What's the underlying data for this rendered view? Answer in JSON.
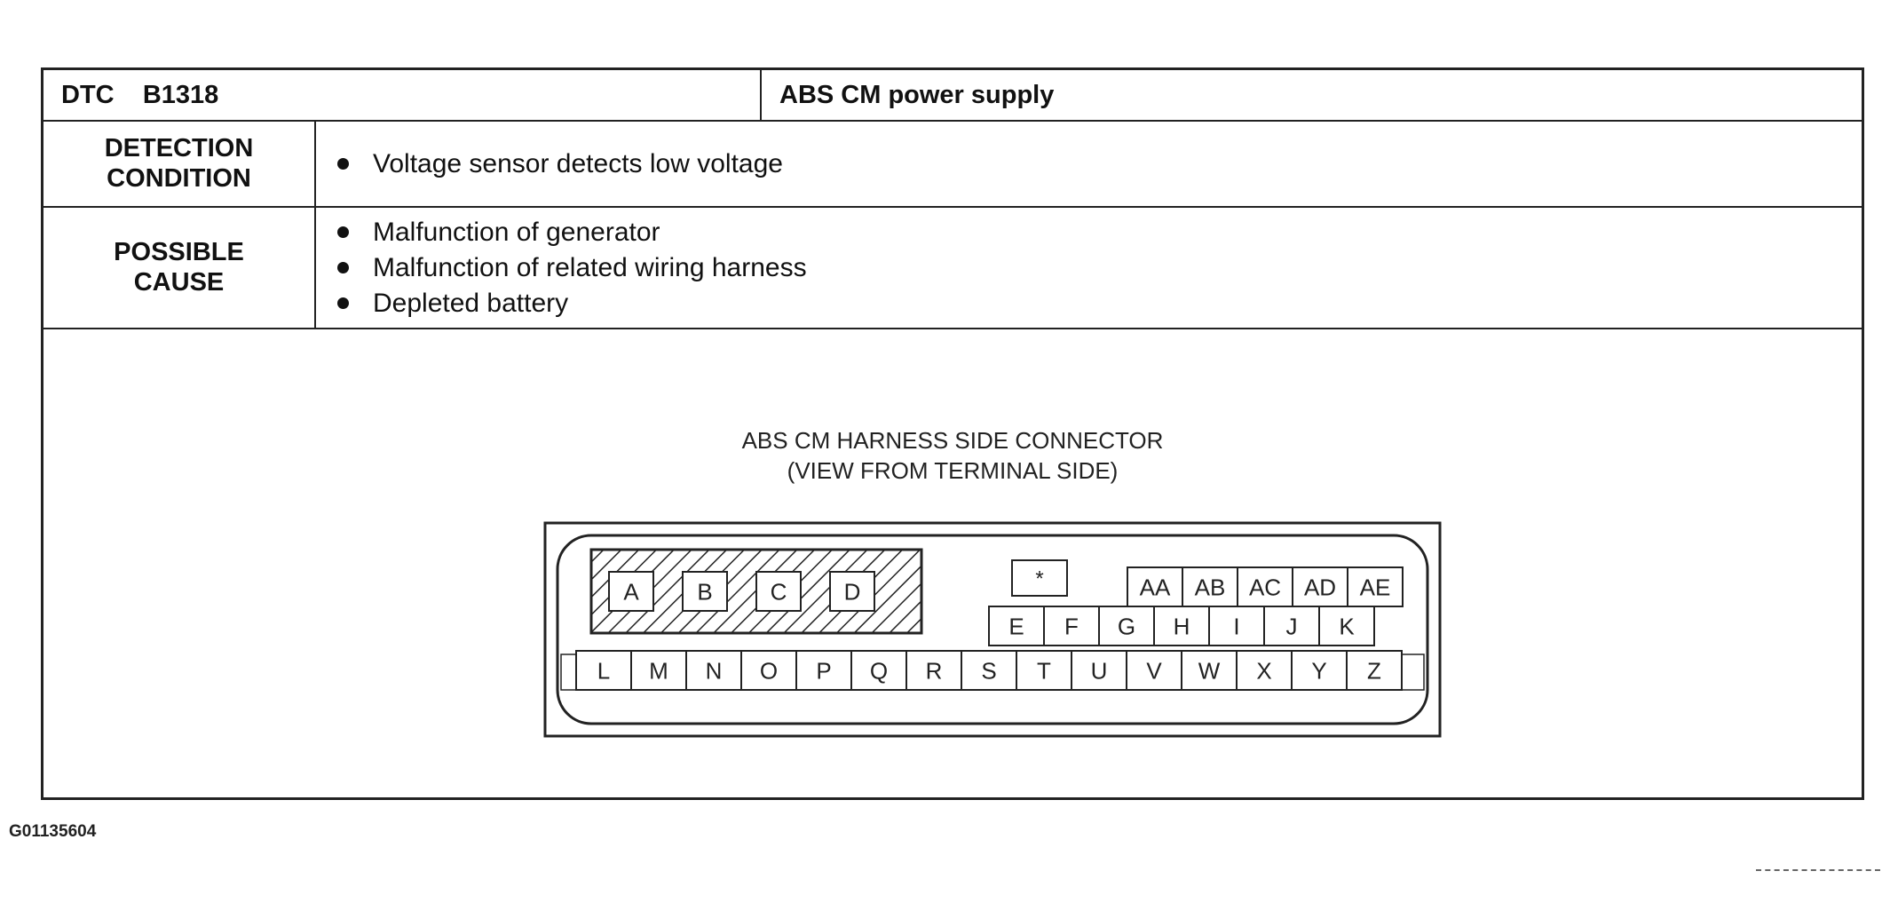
{
  "header": {
    "dtc_label": "DTC    B1318",
    "title": "ABS CM power supply"
  },
  "detection": {
    "label_line1": "DETECTION",
    "label_line2": "CONDITION",
    "items": [
      "Voltage sensor detects low voltage"
    ]
  },
  "cause": {
    "label_line1": "POSSIBLE",
    "label_line2": "CAUSE",
    "items": [
      "Malfunction of generator",
      "Malfunction of related wiring harness",
      "Depleted battery"
    ]
  },
  "connector": {
    "caption_line1": "ABS CM HARNESS SIDE CONNECTOR",
    "caption_line2": "(VIEW FROM TERMINAL SIDE)",
    "hatched_terminals": [
      "A",
      "B",
      "C",
      "D"
    ],
    "marker": "*",
    "top_row": [
      "AA",
      "AB",
      "AC",
      "AD",
      "AE"
    ],
    "middle_row": [
      "E",
      "F",
      "G",
      "H",
      "I",
      "J",
      "K"
    ],
    "bottom_row": [
      "L",
      "M",
      "N",
      "O",
      "P",
      "Q",
      "R",
      "S",
      "T",
      "U",
      "V",
      "W",
      "X",
      "Y",
      "Z"
    ]
  },
  "figure_code": "G01135604"
}
